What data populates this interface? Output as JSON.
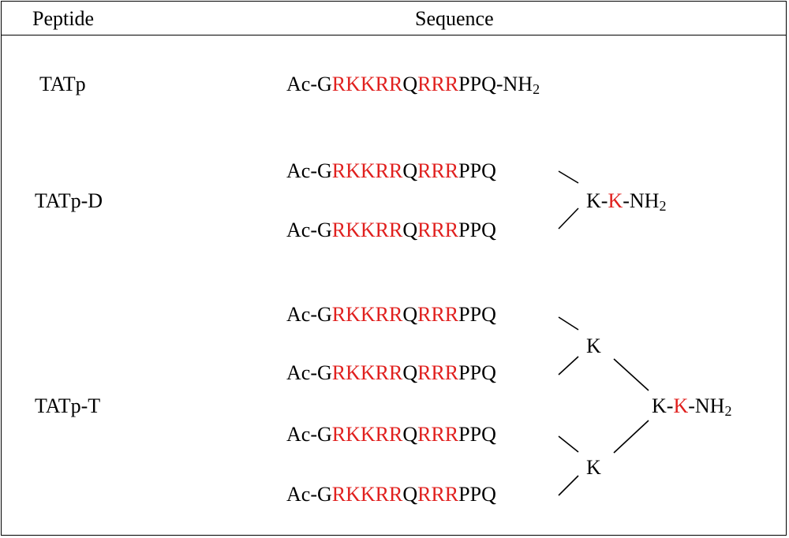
{
  "header": {
    "col_peptide": "Peptide",
    "col_sequence": "Sequence"
  },
  "accent_color": "#e0201e",
  "chain": {
    "segments": [
      {
        "text": "Ac-G",
        "highlight": false
      },
      {
        "text": "RKKRR",
        "highlight": true
      },
      {
        "text": "Q",
        "highlight": false
      },
      {
        "text": "RRR",
        "highlight": true
      },
      {
        "text": "PPQ",
        "highlight": false
      }
    ],
    "amide_suffix": "-NH",
    "amide_subscript": "2"
  },
  "rows": [
    {
      "name": "TATp"
    },
    {
      "name": "TATp-D",
      "core": {
        "lys1": "K",
        "dash": "-",
        "lys2": "K",
        "amide": "-NH",
        "sub": "2"
      }
    },
    {
      "name": "TATp-T",
      "branch_top": "K",
      "branch_bottom": "K",
      "core": {
        "lys1": "K",
        "dash": "-",
        "lys2": "K",
        "amide": "-NH",
        "sub": "2"
      }
    }
  ]
}
